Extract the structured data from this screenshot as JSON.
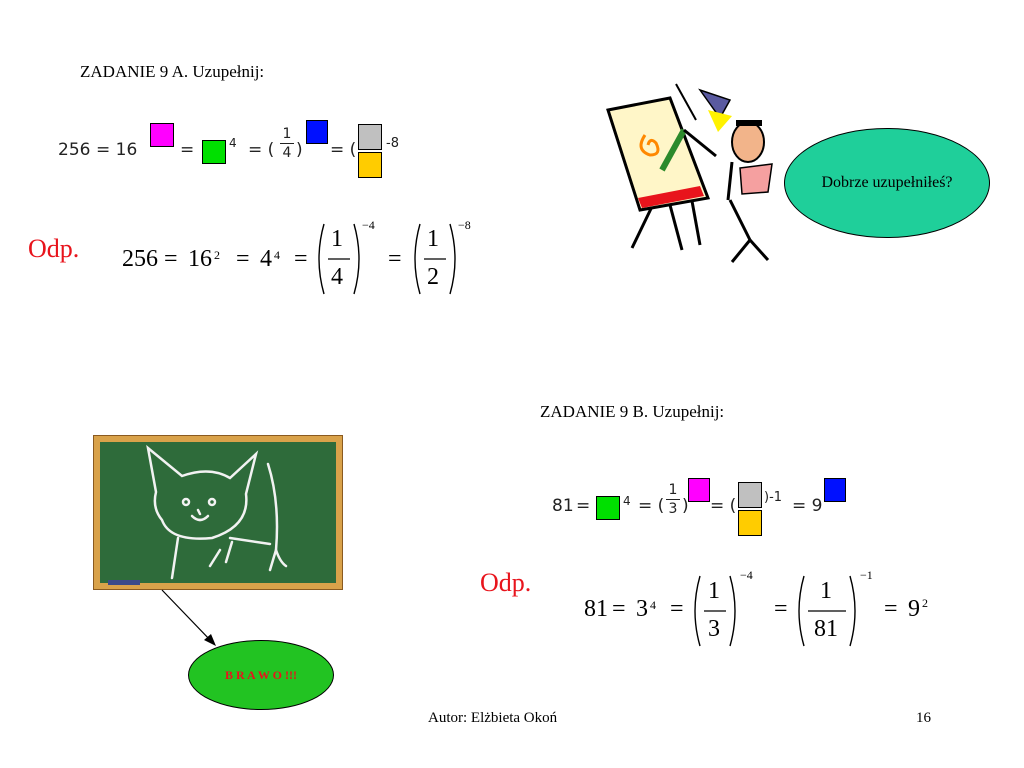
{
  "task_a": {
    "title": "ZADANIE 9 A. Uzupełnij:",
    "puzzle": {
      "base": "256",
      "eq1": "= 16",
      "eq2": "=",
      "exp4": "4",
      "eq3": "= (",
      "frac_num": "1",
      "frac_den": "4",
      "close1": ")",
      "eq4": "= (",
      "exp_neg8": "-8"
    },
    "answer_label": "Odp.",
    "answer": {
      "lhs": "256",
      "t1_base": "16",
      "t1_exp": "2",
      "t2_base": "4",
      "t2_exp": "4",
      "t3_num": "1",
      "t3_den": "4",
      "t3_exp": "−4",
      "t4_num": "1",
      "t4_den": "2",
      "t4_exp": "−8",
      "eq": "="
    }
  },
  "speech_bubble": "Dobrze uzupełniłeś?",
  "task_b": {
    "title": "ZADANIE 9 B. Uzupełnij:",
    "puzzle": {
      "base": "81",
      "eq1": "=",
      "exp4": "4",
      "eq2": "= (",
      "frac_num": "1",
      "frac_den": "3",
      "close1": ")",
      "eq3": "= (",
      "exp_neg1": ")-1",
      "eq4": "= 9"
    },
    "answer_label": "Odp.",
    "answer": {
      "lhs": "81",
      "t1_base": "3",
      "t1_exp": "4",
      "t2_num": "1",
      "t2_den": "3",
      "t2_exp": "−4",
      "t3_num": "1",
      "t3_den": "81",
      "t3_exp": "−1",
      "t4_base": "9",
      "t4_exp": "2",
      "eq": "="
    }
  },
  "brawo": "B R A W O !!!",
  "footer": {
    "author": "Autor: Elżbieta Okoń",
    "page": "16"
  },
  "colors": {
    "answer_red": "#e8141c",
    "bubble_teal": "#1fcf9a",
    "brawo_green": "#22c322",
    "chalkboard": "#2e6b3a",
    "frame_orange": "#d9a24a"
  }
}
